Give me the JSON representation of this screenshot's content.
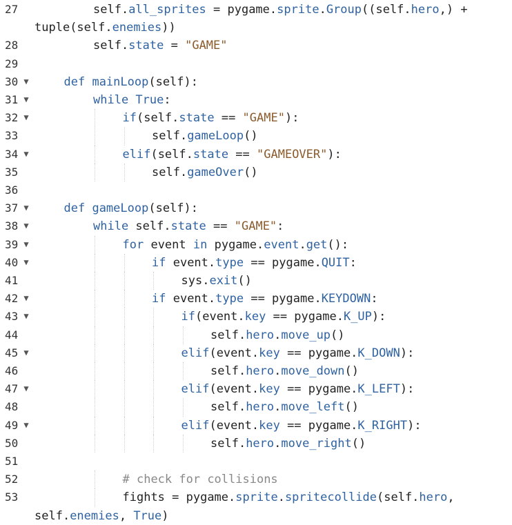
{
  "editor": {
    "lines": [
      {
        "n": "27",
        "fold": false,
        "indent": 2,
        "tokens": [
          [
            "t",
            "self."
          ],
          [
            "a",
            "all_sprites"
          ],
          [
            "t",
            " = pygame."
          ],
          [
            "a",
            "sprite"
          ],
          [
            "t",
            "."
          ],
          [
            "a",
            "Group"
          ],
          [
            "t",
            "((self."
          ],
          [
            "a",
            "hero"
          ],
          [
            "t",
            ",) +"
          ]
        ],
        "cont": [
          [
            "t",
            "tuple"
          ],
          [
            "t",
            "(self."
          ],
          [
            "a",
            "enemies"
          ],
          [
            "t",
            "))"
          ]
        ]
      },
      {
        "n": "28",
        "fold": false,
        "indent": 2,
        "tokens": [
          [
            "t",
            "self."
          ],
          [
            "a",
            "state"
          ],
          [
            "t",
            " = "
          ],
          [
            "s",
            "\"GAME\""
          ]
        ]
      },
      {
        "n": "29",
        "fold": false,
        "indent": 0,
        "tokens": []
      },
      {
        "n": "30",
        "fold": true,
        "indent": 1,
        "tokens": [
          [
            "k",
            "def "
          ],
          [
            "f",
            "mainLoop"
          ],
          [
            "t",
            "(self):"
          ]
        ]
      },
      {
        "n": "31",
        "fold": true,
        "indent": 2,
        "tokens": [
          [
            "k",
            "while "
          ],
          [
            "k",
            "True"
          ],
          [
            "t",
            ":"
          ]
        ]
      },
      {
        "n": "32",
        "fold": true,
        "indent": 3,
        "tokens": [
          [
            "k",
            "if"
          ],
          [
            "t",
            "(self."
          ],
          [
            "a",
            "state"
          ],
          [
            "t",
            " == "
          ],
          [
            "s",
            "\"GAME\""
          ],
          [
            "t",
            "):"
          ]
        ]
      },
      {
        "n": "33",
        "fold": false,
        "indent": 4,
        "tokens": [
          [
            "t",
            "self."
          ],
          [
            "a",
            "gameLoop"
          ],
          [
            "t",
            "()"
          ]
        ]
      },
      {
        "n": "34",
        "fold": true,
        "indent": 3,
        "tokens": [
          [
            "k",
            "elif"
          ],
          [
            "t",
            "(self."
          ],
          [
            "a",
            "state"
          ],
          [
            "t",
            " == "
          ],
          [
            "s",
            "\"GAMEOVER\""
          ],
          [
            "t",
            "):"
          ]
        ]
      },
      {
        "n": "35",
        "fold": false,
        "indent": 4,
        "tokens": [
          [
            "t",
            "self."
          ],
          [
            "a",
            "gameOver"
          ],
          [
            "t",
            "()"
          ]
        ]
      },
      {
        "n": "36",
        "fold": false,
        "indent": 0,
        "tokens": []
      },
      {
        "n": "37",
        "fold": true,
        "indent": 1,
        "tokens": [
          [
            "k",
            "def "
          ],
          [
            "f",
            "gameLoop"
          ],
          [
            "t",
            "(self):"
          ]
        ]
      },
      {
        "n": "38",
        "fold": true,
        "indent": 2,
        "tokens": [
          [
            "k",
            "while "
          ],
          [
            "t",
            "self."
          ],
          [
            "a",
            "state"
          ],
          [
            "t",
            " == "
          ],
          [
            "s",
            "\"GAME\""
          ],
          [
            "t",
            ":"
          ]
        ]
      },
      {
        "n": "39",
        "fold": true,
        "indent": 3,
        "tokens": [
          [
            "k",
            "for "
          ],
          [
            "t",
            "event "
          ],
          [
            "k",
            "in "
          ],
          [
            "t",
            "pygame."
          ],
          [
            "a",
            "event"
          ],
          [
            "t",
            "."
          ],
          [
            "a",
            "get"
          ],
          [
            "t",
            "():"
          ]
        ]
      },
      {
        "n": "40",
        "fold": true,
        "indent": 4,
        "tokens": [
          [
            "k",
            "if "
          ],
          [
            "t",
            "event."
          ],
          [
            "a",
            "type"
          ],
          [
            "t",
            " == pygame."
          ],
          [
            "a",
            "QUIT"
          ],
          [
            "t",
            ":"
          ]
        ]
      },
      {
        "n": "41",
        "fold": false,
        "indent": 5,
        "tokens": [
          [
            "t",
            "sys."
          ],
          [
            "a",
            "exit"
          ],
          [
            "t",
            "()"
          ]
        ]
      },
      {
        "n": "42",
        "fold": true,
        "indent": 4,
        "tokens": [
          [
            "k",
            "if "
          ],
          [
            "t",
            "event."
          ],
          [
            "a",
            "type"
          ],
          [
            "t",
            " == pygame."
          ],
          [
            "a",
            "KEYDOWN"
          ],
          [
            "t",
            ":"
          ]
        ]
      },
      {
        "n": "43",
        "fold": true,
        "indent": 5,
        "tokens": [
          [
            "k",
            "if"
          ],
          [
            "t",
            "(event."
          ],
          [
            "a",
            "key"
          ],
          [
            "t",
            " == pygame."
          ],
          [
            "a",
            "K_UP"
          ],
          [
            "t",
            "):"
          ]
        ]
      },
      {
        "n": "44",
        "fold": false,
        "indent": 6,
        "tokens": [
          [
            "t",
            "self."
          ],
          [
            "a",
            "hero"
          ],
          [
            "t",
            "."
          ],
          [
            "a",
            "move_up"
          ],
          [
            "t",
            "()"
          ]
        ]
      },
      {
        "n": "45",
        "fold": true,
        "indent": 5,
        "tokens": [
          [
            "k",
            "elif"
          ],
          [
            "t",
            "(event."
          ],
          [
            "a",
            "key"
          ],
          [
            "t",
            " == pygame."
          ],
          [
            "a",
            "K_DOWN"
          ],
          [
            "t",
            "):"
          ]
        ]
      },
      {
        "n": "46",
        "fold": false,
        "indent": 6,
        "tokens": [
          [
            "t",
            "self."
          ],
          [
            "a",
            "hero"
          ],
          [
            "t",
            "."
          ],
          [
            "a",
            "move_down"
          ],
          [
            "t",
            "()"
          ]
        ]
      },
      {
        "n": "47",
        "fold": true,
        "indent": 5,
        "tokens": [
          [
            "k",
            "elif"
          ],
          [
            "t",
            "(event."
          ],
          [
            "a",
            "key"
          ],
          [
            "t",
            " == pygame."
          ],
          [
            "a",
            "K_LEFT"
          ],
          [
            "t",
            "):"
          ]
        ]
      },
      {
        "n": "48",
        "fold": false,
        "indent": 6,
        "tokens": [
          [
            "t",
            "self."
          ],
          [
            "a",
            "hero"
          ],
          [
            "t",
            "."
          ],
          [
            "a",
            "move_left"
          ],
          [
            "t",
            "()"
          ]
        ]
      },
      {
        "n": "49",
        "fold": true,
        "indent": 5,
        "tokens": [
          [
            "k",
            "elif"
          ],
          [
            "t",
            "(event."
          ],
          [
            "a",
            "key"
          ],
          [
            "t",
            " == pygame."
          ],
          [
            "a",
            "K_RIGHT"
          ],
          [
            "t",
            "):"
          ]
        ]
      },
      {
        "n": "50",
        "fold": false,
        "indent": 6,
        "tokens": [
          [
            "t",
            "self."
          ],
          [
            "a",
            "hero"
          ],
          [
            "t",
            "."
          ],
          [
            "a",
            "move_right"
          ],
          [
            "t",
            "()"
          ]
        ]
      },
      {
        "n": "51",
        "fold": false,
        "indent": 0,
        "tokens": []
      },
      {
        "n": "52",
        "fold": false,
        "indent": 3,
        "tokens": [
          [
            "c",
            "# check for collisions"
          ]
        ]
      },
      {
        "n": "53",
        "fold": false,
        "indent": 3,
        "tokens": [
          [
            "t",
            "fights = pygame."
          ],
          [
            "a",
            "sprite"
          ],
          [
            "t",
            "."
          ],
          [
            "a",
            "spritecollide"
          ],
          [
            "t",
            "(self."
          ],
          [
            "a",
            "hero"
          ],
          [
            "t",
            ","
          ]
        ],
        "cont": [
          [
            "t",
            "self."
          ],
          [
            "a",
            "enemies"
          ],
          [
            "t",
            ", "
          ],
          [
            "k",
            "True"
          ],
          [
            "t",
            ")"
          ]
        ]
      }
    ],
    "fold_glyph": "▼",
    "colors": {
      "keyword": "#2f62a1",
      "string": "#8b5a2b",
      "comment": "#888888",
      "text": "#222222"
    }
  }
}
